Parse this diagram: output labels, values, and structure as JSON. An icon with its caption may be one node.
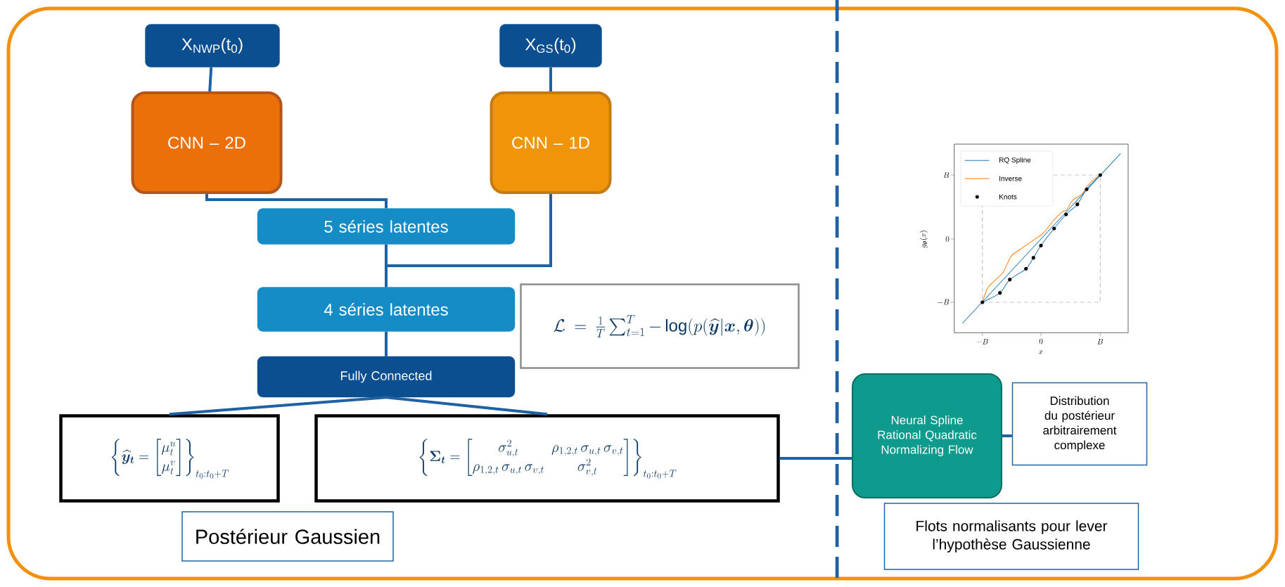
{
  "diagram": {
    "nodes": [
      {
        "text": [
          "X$_{NWP}$(t$_{0}$)"
        ]
      },
      {
        "text": [
          "X$_{GS}$(t$_{0}$)"
        ]
      },
      {
        "text": [
          "CNN – 2D"
        ]
      },
      {
        "text": [
          "CNN – 1D"
        ]
      },
      {
        "text": [
          "5 séries latentes"
        ]
      },
      {
        "text": [
          "4 séries latentes"
        ]
      },
      {
        "text": [
          "\\mathcal{L} = \\frac{1}{T}\\sum_{t=1}^{T} -\\log(p(\\boldsymbol{\\widehat{y}}|\\boldsymbol{x},\\boldsymbol{\\theta}))"
        ]
      },
      {
        "text": [
          "Fully Connected"
        ]
      },
      {
        "text": [
          "\\left\\{\\boldsymbol{\\widehat{y}_t} = \\begin{bmatrix}\\mu_t^u\\\\ \\mu_t^v\\end{bmatrix}\\right\\}_{t_0:t_0+T}"
        ]
      },
      {
        "text": [
          "\\left\\{\\boldsymbol{\\Sigma_t} = \\begin{bmatrix}\\sigma_{u,t}^2 & \\rho_{1,2,t}\\,\\sigma_{u,t}\\,\\sigma_{v,t}\\\\ \\rho_{1,2,t}\\,\\sigma_{u,t}\\,\\sigma_{v,t} & \\sigma_{v,t}^2\\end{bmatrix}\\right\\}_{t_0:t_0+T}"
        ]
      },
      {
        "text": [
          "Postérieur Gaussien"
        ]
      },
      {
        "text": [
          "Neural Spline Rational Quadratic Normalizing Flow"
        ]
      },
      {
        "text": [
          "Distribution du postérieur arbitrairement complexe"
        ]
      },
      {
        "text": [
          "Flots normalisants pour lever l’hypothèse Gaussienne"
        ]
      }
    ],
    "edges": [
      {
        "from": 0,
        "to": 2,
        "arrow": "none"
      },
      {
        "from": 1,
        "to": 3,
        "arrow": "none"
      },
      {
        "from": 2,
        "to": 4,
        "arrow": "none"
      },
      {
        "from": 3,
        "to": 5,
        "arrow": "none"
      },
      {
        "from": 4,
        "to": 5,
        "arrow": "none"
      },
      {
        "from": 5,
        "to": 7,
        "arrow": "none"
      },
      {
        "from": 7,
        "to": 8,
        "arrow": "none"
      },
      {
        "from": 7,
        "to": 9,
        "arrow": "none"
      },
      {
        "from": 9,
        "to": 11,
        "arrow": "none"
      },
      {
        "from": 11,
        "to": 12,
        "arrow": "none"
      }
    ],
    "labels": [
      "B",
      "0",
      "-B",
      "-B",
      "0",
      "B",
      "x",
      "g_{\\boldsymbol{\\theta}}(x)"
    ],
    "legend": [
      {
        "text": "RQ Spline"
      },
      {
        "text": "Inverse"
      },
      {
        "text": "Knots"
      }
    ]
  }
}
